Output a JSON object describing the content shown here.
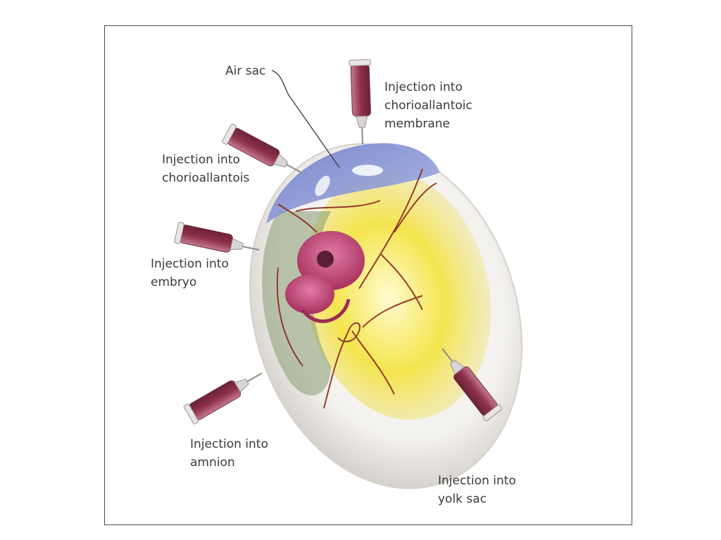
{
  "labels": {
    "air_sac": "Air sac",
    "cam": [
      "Injection into",
      "chorioallantoic",
      "membrane"
    ],
    "chorioallantois": [
      "Injection into",
      "chorioallantois"
    ],
    "embryo": [
      "Injection into",
      "embryo"
    ],
    "amnion": [
      "Injection into",
      "amnion"
    ],
    "yolk_sac": [
      "Injection into",
      "yolk sac"
    ]
  },
  "colors": {
    "air_sac": "#7f8fd0",
    "yolk": "#f2e24a",
    "embryo": "#c24a7a",
    "vessel": "#8a2a1e",
    "syringe_fluid": "#9a3a55",
    "frame": "#4a4a4a",
    "text": "#3a3a3a"
  }
}
